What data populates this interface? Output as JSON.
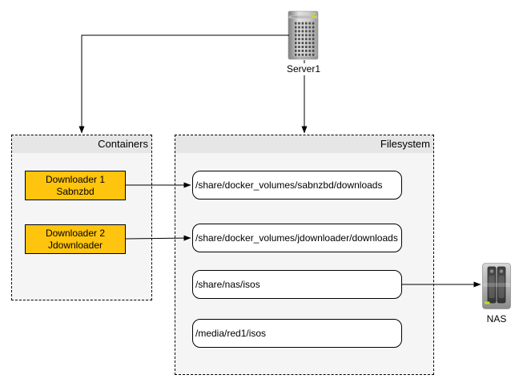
{
  "diagram": {
    "server": {
      "label": "Server1"
    },
    "nas": {
      "label": "NAS"
    },
    "containers": {
      "title": "Containers",
      "items": [
        {
          "line1": "Downloader 1",
          "line2": "Sabnzbd"
        },
        {
          "line1": "Downloader 2",
          "line2": "Jdownloader"
        }
      ]
    },
    "filesystem": {
      "title": "Filesystem",
      "paths": [
        "/share/docker_volumes/sabnzbd/downloads",
        "/share/docker_volumes/jdownloader/downloads",
        "/share/nas/isos",
        "/media/red1/isos"
      ]
    },
    "edges": [
      {
        "from": "Server1",
        "to": "Containers"
      },
      {
        "from": "Server1",
        "to": "Filesystem"
      },
      {
        "from": "Downloader 1 (Sabnzbd)",
        "to": "/share/docker_volumes/sabnzbd/downloads"
      },
      {
        "from": "Downloader 2 (Jdownloader)",
        "to": "/share/docker_volumes/jdownloader/downloads"
      },
      {
        "from": "/share/nas/isos",
        "to": "NAS"
      }
    ]
  },
  "colors": {
    "downloader_fill": "#FFC40D",
    "downloader_border": "#000000",
    "group_header": "#E6E6E6",
    "group_body": "#F5F5F5",
    "group_border": "#000000",
    "path_fill": "#FFFFFF",
    "path_border": "#000000",
    "arrow": "#000000",
    "text": "#000000",
    "server_led": "#D6D324",
    "nas_led": "#B5E61D"
  }
}
